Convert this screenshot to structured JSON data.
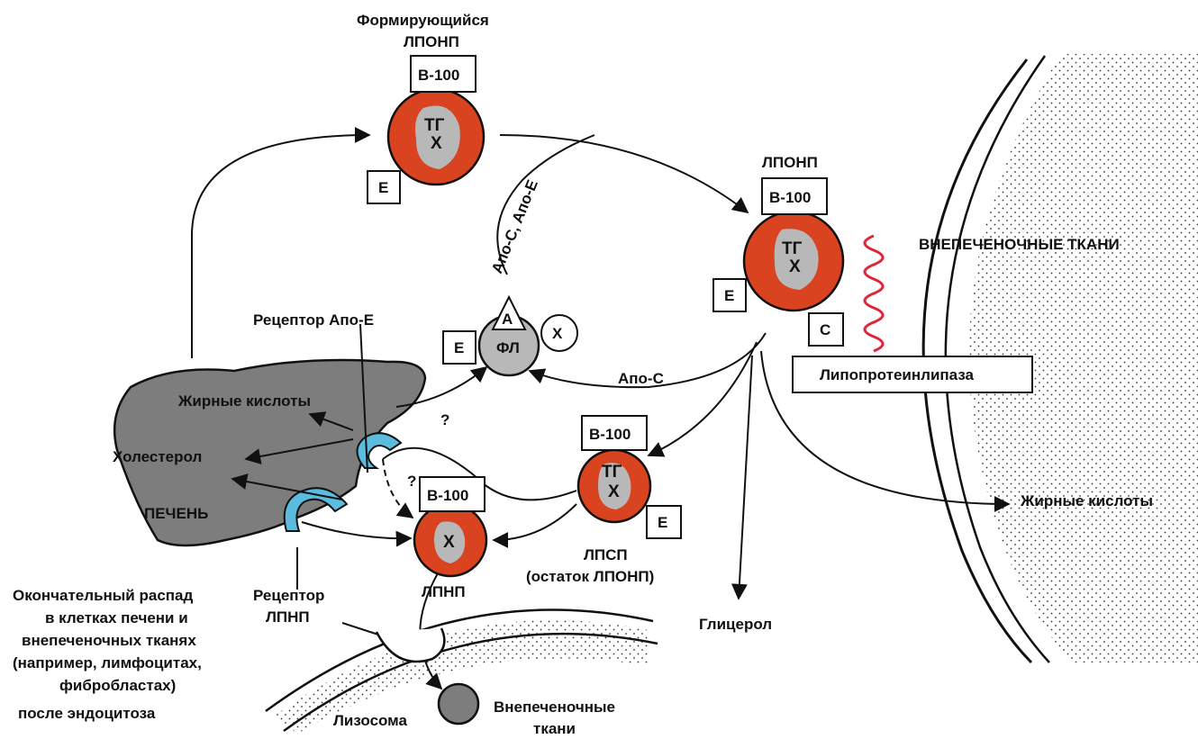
{
  "colors": {
    "lipoprotein_shell": "#d9431f",
    "core": "#b8b8b8",
    "liver": "#7d7d7d",
    "receptor": "#5bbcdf",
    "lipase_squiggle": "#e0243a",
    "line": "#111111"
  },
  "labels": {
    "forming_title_1": "Формирующийся",
    "forming_title_2": "ЛПОНП",
    "vldl_title": "ЛПОНП",
    "extrahepatic_tissues": "ВНЕПЕЧЕНОЧНЫЕ ТКАНИ",
    "lipoprotein_lipase": "Липопротеинлипаза",
    "apo_c_apo_e": "Апо-С,  Апо-Е",
    "apo_c": "Апо-С",
    "apo_e_receptor": "Рецептор Апо-Е",
    "fatty_acids_liver": "Жирные кислоты",
    "cholesterol": "Холестерол",
    "liver": "ПЕЧЕНЬ",
    "fatty_acids_right": "Жирные кислоты",
    "idl_1": "ЛПСП",
    "idl_2": "(остаток ЛПОНП)",
    "ldl": "ЛПНП",
    "glycerol": "Глицерол",
    "ldl_receptor_1": "Рецептор",
    "ldl_receptor_2": "ЛПНП",
    "final_breakdown_1": "Окончательный распад",
    "final_breakdown_2": "в клетках печени и",
    "final_breakdown_3": "внепеченочных тканях",
    "final_breakdown_4": "(например, лимфоцитах,",
    "final_breakdown_5": "фибробластах)",
    "final_breakdown_6": "после эндоцитоза",
    "lysosome": "Лизосома",
    "extrahepatic_small_1": "Внепеченочные",
    "extrahepatic_small_2": "ткани",
    "question_1": "?",
    "question_2": "?"
  },
  "particles": {
    "b100": "В-100",
    "e": "Е",
    "c": "С",
    "a": "А",
    "x": "Х",
    "tg": "ТГ",
    "core_x": "Х",
    "phospholipid": "ФЛ"
  }
}
